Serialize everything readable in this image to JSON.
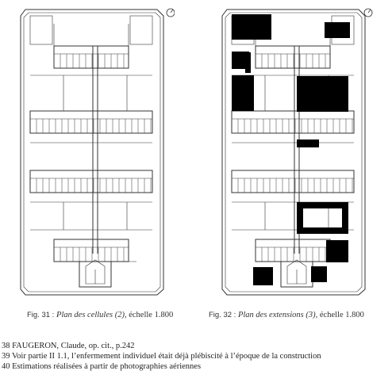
{
  "figures": [
    {
      "number": "Fig. 31 :",
      "title": "Plan des cellules (2),",
      "scale": "échelle 1.800",
      "icon": "compass-icon"
    },
    {
      "number": "Fig. 32 :",
      "title": "Plan des extensions (3),",
      "scale": "échelle 1.800",
      "icon": "compass-icon"
    }
  ],
  "footnotes": [
    {
      "num": "38",
      "text": "FAUGERON, Claude, op. cit., p.242"
    },
    {
      "num": "39",
      "text": "Voir partie II 1.1, l’enfermement individuel était déjà plébiscité à l’époque de la construction"
    },
    {
      "num": "40",
      "text": "Estimations réalisées à partir de photographies aériennes"
    }
  ]
}
